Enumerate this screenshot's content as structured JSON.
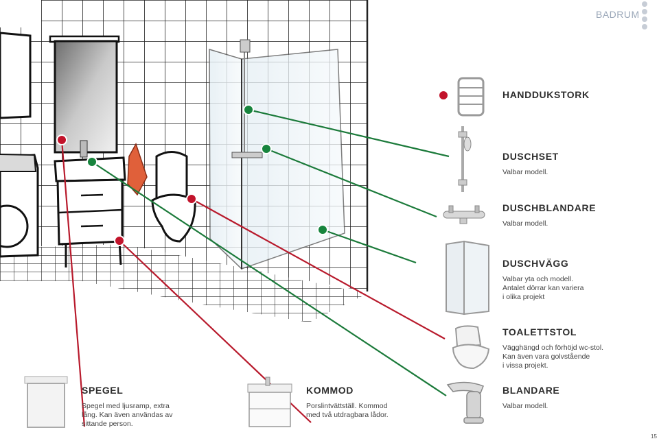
{
  "header": {
    "section_label": "BADRUM",
    "page_number": "15"
  },
  "products": {
    "handdukstork": {
      "title": "HANDDUKSTORK",
      "desc": ""
    },
    "duschset": {
      "title": "DUSCHSET",
      "desc": "Valbar modell."
    },
    "duschblandare": {
      "title": "DUSCHBLANDARE",
      "desc": "Valbar modell."
    },
    "duschvagg": {
      "title": "DUSCHVÄGG",
      "desc": "Valbar yta och modell.\nAntalet dörrar kan variera\ni olika projekt"
    },
    "toalettstol": {
      "title": "TOALETTSTOL",
      "desc": "Vägghängd och förhöjd wc-stol.\nKan även vara golvstående\ni vissa projekt."
    },
    "blandare": {
      "title": "BLANDARE",
      "desc": "Valbar modell."
    },
    "spegel": {
      "title": "SPEGEL",
      "desc": "Spegel med ljusramp, extra\nlång. Kan även användas av\nsittande person."
    },
    "kommod": {
      "title": "KOMMOD",
      "desc": "Porslintvättställ. Kommod\nmed två utdragbara lådor."
    }
  },
  "colors": {
    "marker_red": "#c2132b",
    "marker_green": "#17843d",
    "line_red": "#b81a2c",
    "line_green": "#1b7a3a",
    "header_label": "#9aa7b8"
  }
}
